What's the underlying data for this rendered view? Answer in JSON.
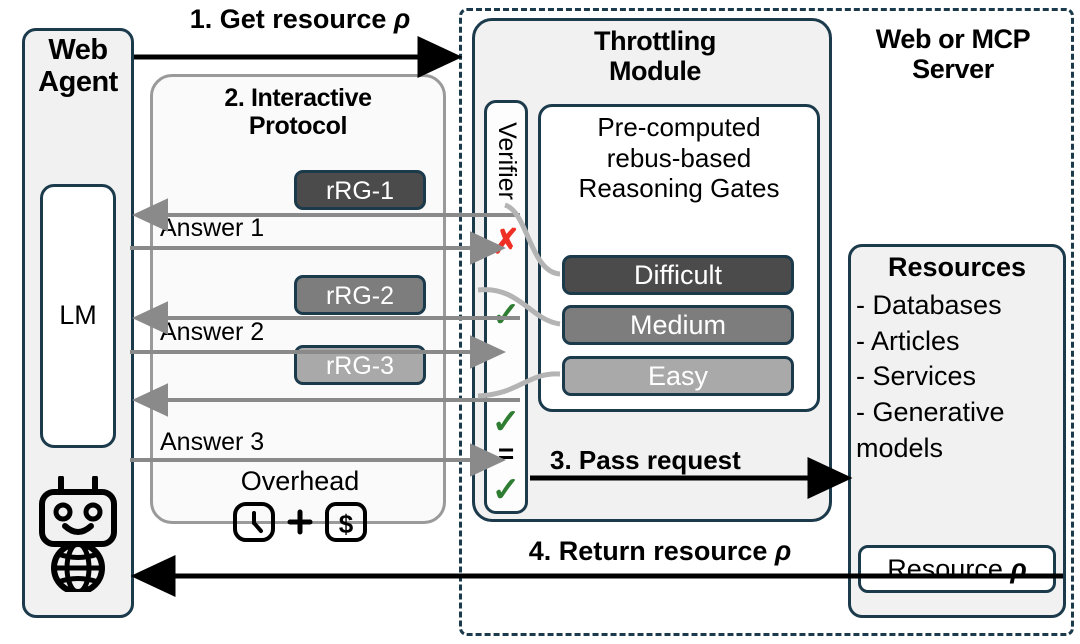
{
  "diagram": {
    "title": "Throttling web agents with rebus-based reasoning gates",
    "colors": {
      "navy": "#1b3a4b",
      "panel": "#f1f1f1",
      "gray_line": "#9a9a9a",
      "difficult": "#4b4b4b",
      "medium": "#7d7d7d",
      "easy": "#a9a9a9",
      "check_green": "#2f7d32",
      "cross_red": "#ee3124"
    }
  },
  "agent": {
    "title": "Web\nAgent",
    "lm_label": "LM",
    "robot_icon": "robot-globe-icon"
  },
  "protocol": {
    "title": "2. Interactive\nProtocol",
    "gates": [
      {
        "label": "rRG-1",
        "shade": "difficult"
      },
      {
        "label": "rRG-2",
        "shade": "medium"
      },
      {
        "label": "rRG-3",
        "shade": "easy"
      }
    ],
    "answers": [
      "Answer 1",
      "Answer 2",
      "Answer 3"
    ],
    "overhead_label": "Overhead",
    "overhead_icons": [
      "clock-icon",
      "plus-icon",
      "dollar-icon"
    ]
  },
  "server": {
    "title": "Web or MCP\nServer"
  },
  "throttling": {
    "title": "Throttling\nModule",
    "verifier_label": "Verifier",
    "gates_title": "Pre-computed\nrebus-based\nReasoning Gates",
    "difficulty_levels": [
      {
        "label": "Difficult",
        "shade": "#4b4b4b"
      },
      {
        "label": "Medium",
        "shade": "#7d7d7d"
      },
      {
        "label": "Easy",
        "shade": "#a9a9a9"
      }
    ],
    "verifier_marks": [
      "✗",
      "✓",
      "✓",
      "=",
      "✓"
    ]
  },
  "resources": {
    "title": "Resources",
    "items": [
      "- Databases",
      "- Articles",
      "- Services",
      "- Generative",
      "models"
    ],
    "resource_box_label": "Resource ρ"
  },
  "steps": {
    "step1": "1. Get resource ρ",
    "step3": "3. Pass request",
    "step4": "4. Return resource ρ"
  }
}
